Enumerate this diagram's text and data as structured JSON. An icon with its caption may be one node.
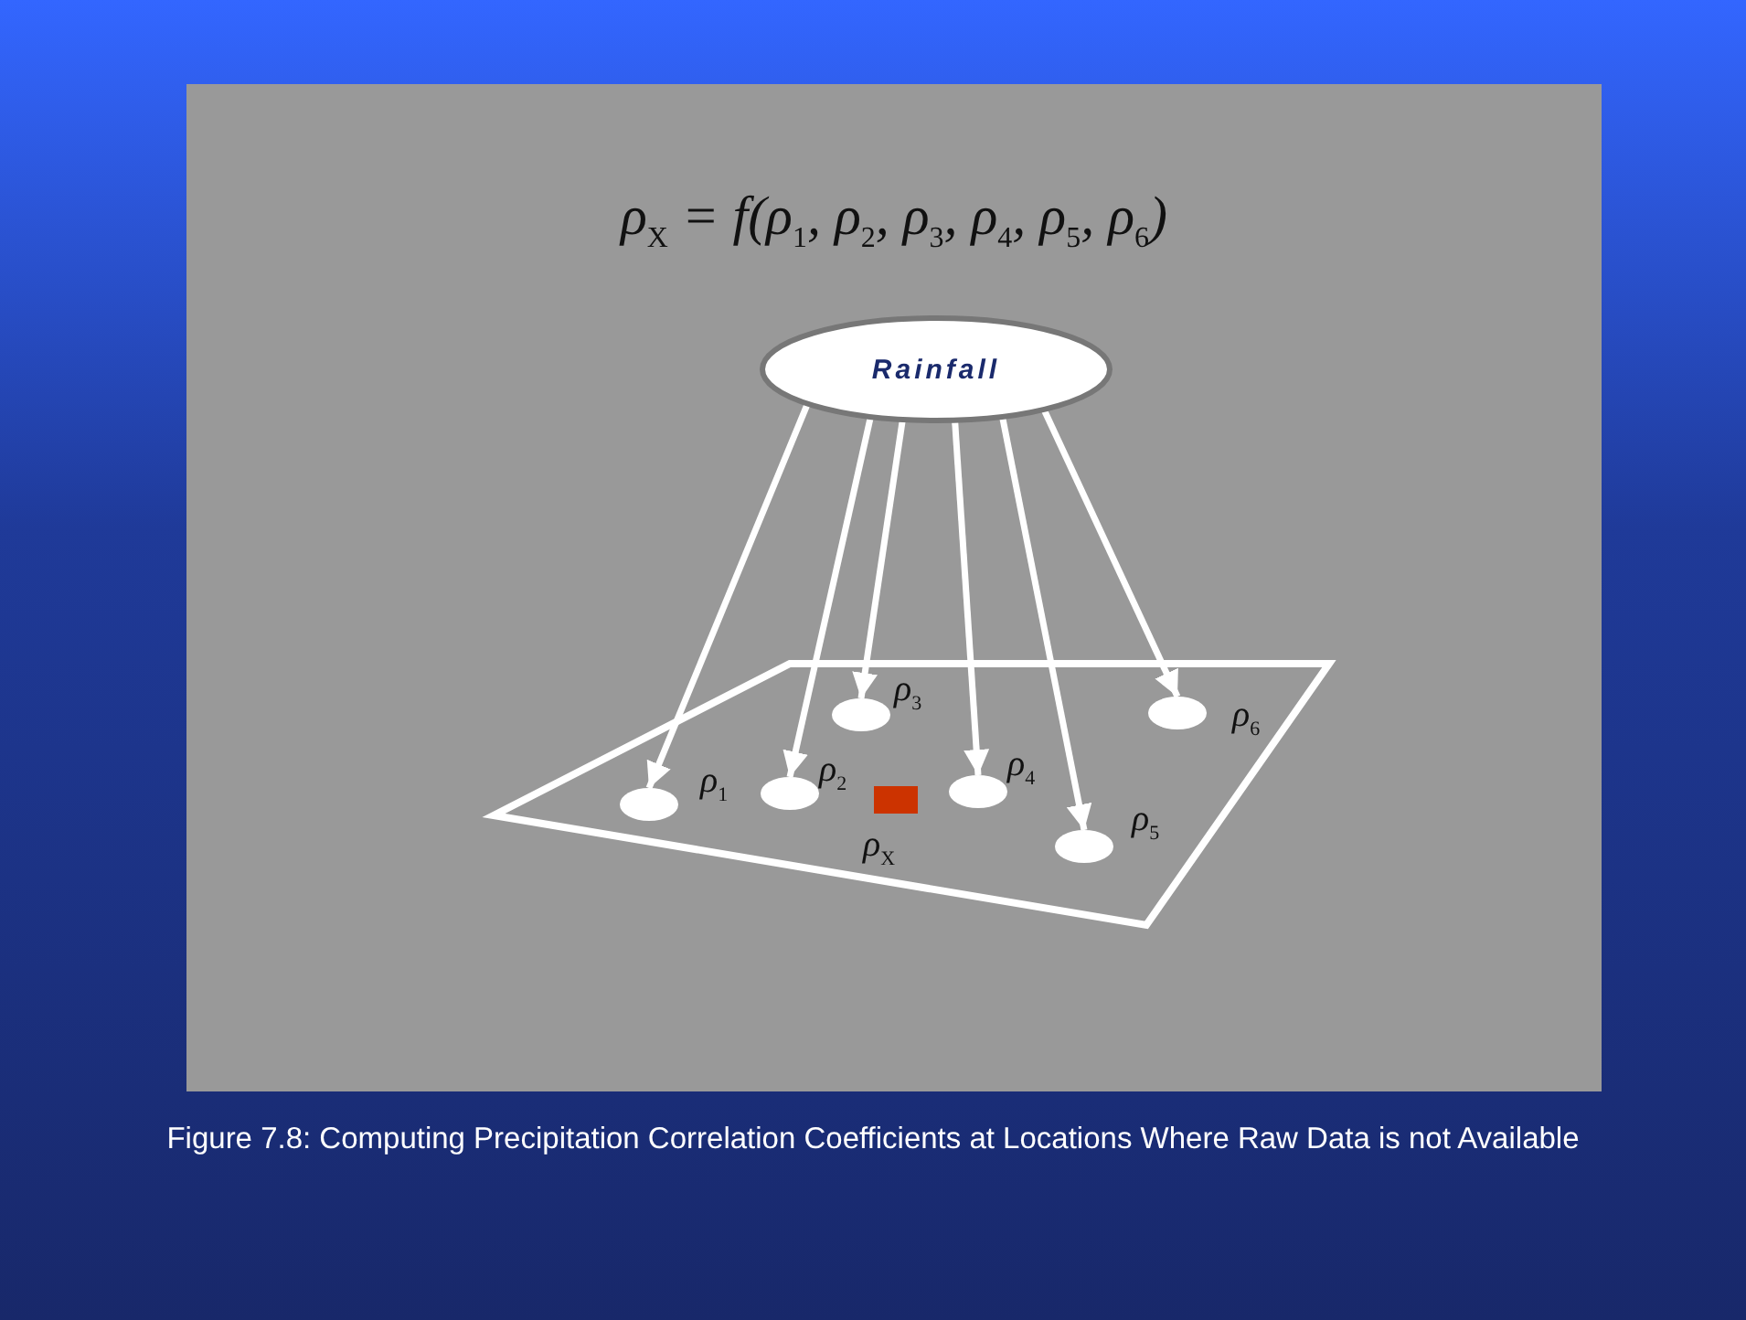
{
  "diagram": {
    "title": "ρ$_{X}$ = f(ρ$_{1}$, ρ$_{2}$, ρ$_{3}$, ρ$_{4}$, ρ$_{5}$, ρ$_{6}$)",
    "caption": "Figure 7.8: Computing Precipitation Correlation Coefficients at Locations Where Raw Data is not Available",
    "nodes": [
      {
        "text": [
          "Rainfall"
        ]
      },
      {
        "text": [],
        "shape": "circle",
        "beside": [
          "ρ$_{1}$"
        ]
      },
      {
        "text": [],
        "shape": "circle",
        "beside": [
          "ρ$_{2}$"
        ]
      },
      {
        "text": [],
        "shape": "circle",
        "beside": [
          "ρ$_{3}$"
        ]
      },
      {
        "text": [],
        "shape": "circle",
        "beside": [
          "ρ$_{4}$"
        ]
      },
      {
        "text": [],
        "shape": "circle",
        "beside": [
          "ρ$_{5}$"
        ]
      },
      {
        "text": [],
        "shape": "circle",
        "beside": [
          "ρ$_{6}$"
        ]
      },
      {
        "text": [],
        "shape": "box",
        "beside": [
          "ρ$_{X}$"
        ]
      }
    ],
    "edges": [
      {
        "from": 0,
        "to": 1,
        "arrow": "to"
      },
      {
        "from": 0,
        "to": 2,
        "arrow": "to"
      },
      {
        "from": 0,
        "to": 3,
        "arrow": "to"
      },
      {
        "from": 0,
        "to": 4,
        "arrow": "to"
      },
      {
        "from": 0,
        "to": 5,
        "arrow": "to"
      },
      {
        "from": 0,
        "to": 6,
        "arrow": "to"
      }
    ]
  }
}
